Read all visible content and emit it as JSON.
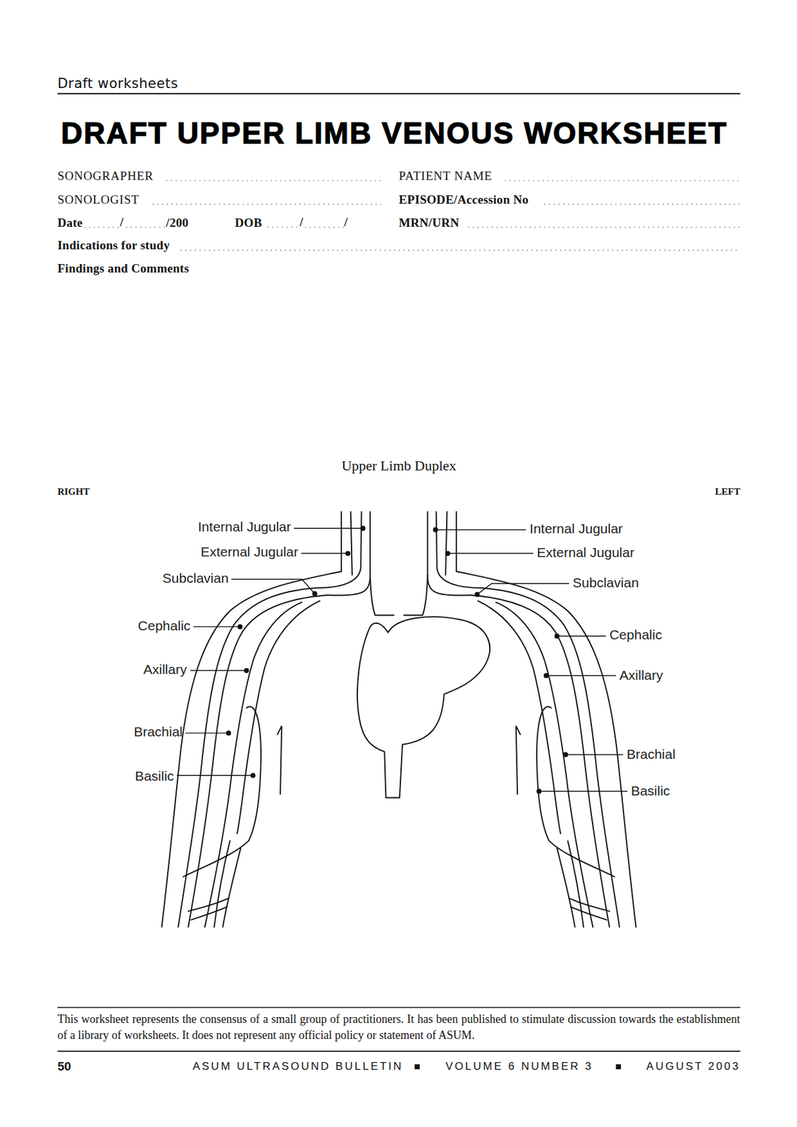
{
  "diagram": {
    "title": "DRAFT UPPER LIMB VENOUS WORKSHEET",
    "labels": [
      "Draft worksheets",
      "SONOGRAPHER",
      "SONOLOGIST",
      "Date",
      "/",
      "/200",
      "DOB",
      "/",
      "/",
      "PATIENT NAME",
      "EPISODE/Accession No",
      "MRN/URN",
      "Indications for study",
      "Findings and Comments",
      "Upper Limb Duplex",
      "RIGHT",
      "LEFT",
      "Internal Jugular",
      "External Jugular",
      "Subclavian",
      "Cephalic",
      "Axillary",
      "Brachial",
      "Basilic",
      "Internal Jugular",
      "External Jugular",
      "Subclavian",
      "Cephalic",
      "Axillary",
      "Brachial",
      "Basilic",
      "This worksheet represents the consensus of a small group of practitioners. It has been published to stimulate discussion towards the establishment of a library of worksheets. It does not represent any official policy or statement of ASUM.",
      "50",
      "ASUM ULTRASOUND BULLETIN",
      "VOLUME 6 NUMBER 3",
      "AUGUST 2003"
    ]
  }
}
